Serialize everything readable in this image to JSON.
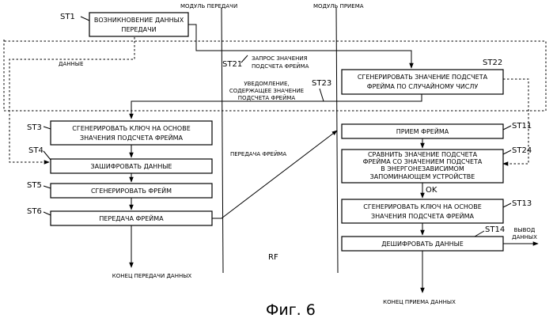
{
  "headers": {
    "transmitter": "МОДУЛЬ ПЕРЕДАЧИ",
    "receiver": "МОДУЛЬ ПРИЕМА"
  },
  "steps": {
    "st1": {
      "id": "ST1",
      "lines": [
        "ВОЗНИКНОВЕНИЕ ДАННЫХ",
        "ПЕРЕДАЧИ"
      ]
    },
    "st21": {
      "id": "ST21",
      "lines": [
        "ЗАПРОС ЗНАЧЕНИЯ",
        "ПОДСЧЕТА ФРЕЙМА"
      ]
    },
    "st22": {
      "id": "ST22",
      "lines": [
        "СГЕНЕРИРОВАТЬ ЗНАЧЕНИЕ ПОДСЧЕТА",
        "ФРЕЙМА ПО СЛУЧАЙНОМУ ЧИСЛУ"
      ]
    },
    "st23": {
      "id": "ST23",
      "lines": [
        "УВЕДОМЛЕНИЕ,",
        "СОДЕРЖАЩЕЕ ЗНАЧЕНИЕ",
        "ПОДСЧЕТА ФРЕЙМА"
      ]
    },
    "st3": {
      "id": "ST3",
      "lines": [
        "СГЕНЕРИРОВАТЬ КЛЮЧ НА ОСНОВЕ",
        "ЗНАЧЕНИЯ ПОДСЧЕТА ФРЕЙМА"
      ]
    },
    "st4": {
      "id": "ST4",
      "lines": [
        "ЗАШИФРОВАТЬ ДАННЫЕ"
      ]
    },
    "st5": {
      "id": "ST5",
      "lines": [
        "СГЕНЕРИРОВАТЬ ФРЕЙМ"
      ]
    },
    "st6": {
      "id": "ST6",
      "lines": [
        "ПЕРЕДАЧА ФРЕЙМА"
      ]
    },
    "st11": {
      "id": "ST11",
      "lines": [
        "ПРИЕМ ФРЕЙМА"
      ]
    },
    "st24": {
      "id": "ST24",
      "lines": [
        "СРАВНИТЬ ЗНАЧЕНИЕ ПОДСЧЕТА",
        "ФРЕЙМА СО ЗНАЧЕНИЕМ ПОДСЧЕТА",
        "В ЭНЕРГОНЕЗАВИСИМОМ",
        "ЗАПОМИНАЮЩЕМ УСТРОЙСТВЕ"
      ]
    },
    "st13": {
      "id": "ST13",
      "lines": [
        "СГЕНЕРИРОВАТЬ КЛЮЧ НА ОСНОВЕ",
        "ЗНАЧЕНИЯ ПОДСЧЕТА ФРЕЙМА"
      ]
    },
    "st14": {
      "id": "ST14",
      "lines": [
        "ДЕШИФРОВАТЬ ДАННЫЕ"
      ]
    }
  },
  "labels": {
    "data": "ДАННЫЕ",
    "frame_transmission": "ПЕРЕДАЧА ФРЕЙМА",
    "ok": "OK",
    "data_output": [
      "ВЫВОД",
      "ДАННЫХ"
    ],
    "rf": "RF",
    "end_transmission": "КОНЕЦ ПЕРЕДАЧИ ДАННЫХ",
    "end_reception": "КОНЕЦ ПРИЕМА ДАННЫХ"
  },
  "figure_caption": "Фиг. 6"
}
